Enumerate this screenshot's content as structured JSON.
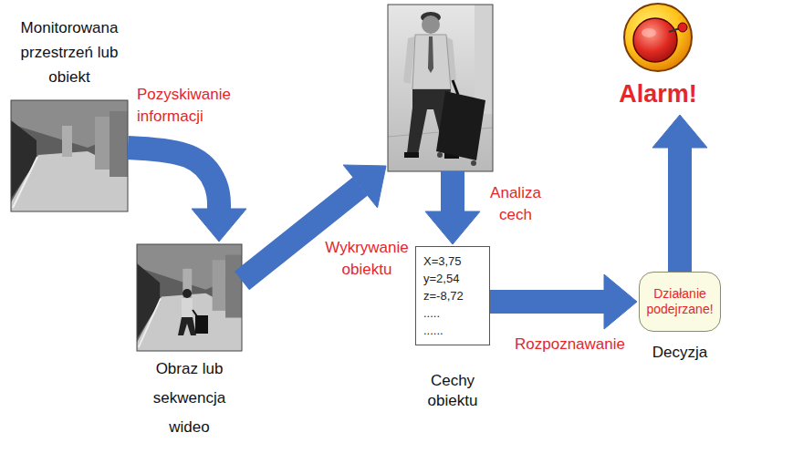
{
  "diagram": {
    "nodes": [
      {
        "text": [
          "Monitorowana przestrzeń lub obiekt"
        ]
      },
      {
        "text": [
          "Obraz lub sekwencja wideo"
        ]
      },
      {
        "text": []
      },
      {
        "text": [
          "X=3,75",
          "y=2,54",
          "z=-8,72",
          ".....",
          "......",
          "Cechy obiektu"
        ]
      },
      {
        "text": [
          "Działanie podejrzane!",
          "Decyzja"
        ]
      },
      {
        "text": [
          "Alarm!"
        ]
      }
    ],
    "edges": [
      {
        "from": 0,
        "to": 1,
        "arrow": "to",
        "label": "Pozyskiwanie informacji"
      },
      {
        "from": 1,
        "to": 2,
        "arrow": "to",
        "label": "Wykrywanie obiektu"
      },
      {
        "from": 2,
        "to": 3,
        "arrow": "to",
        "label": "Analiza cech"
      },
      {
        "from": 3,
        "to": 4,
        "arrow": "to",
        "label": "Rozpoznawanie"
      },
      {
        "from": 4,
        "to": 5,
        "arrow": "to"
      }
    ]
  }
}
